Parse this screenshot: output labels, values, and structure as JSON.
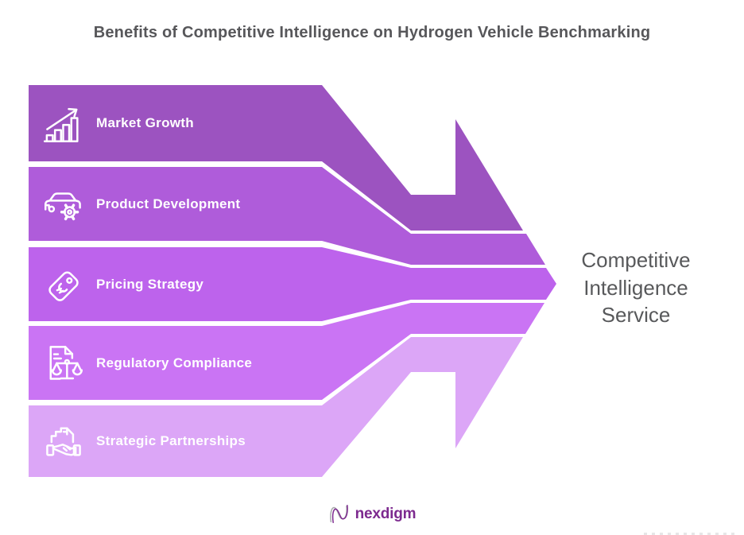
{
  "title": "Benefits of Competitive Intelligence on Hydrogen Vehicle Benchmarking",
  "diagram": {
    "benefits": [
      {
        "label": "Market Growth",
        "icon": "bar-chart-growth-icon",
        "color": "#9c53c0"
      },
      {
        "label": "Product Development",
        "icon": "car-gear-icon",
        "color": "#af5cda"
      },
      {
        "label": "Pricing Strategy",
        "icon": "price-tag-icon",
        "color": "#bd63ec"
      },
      {
        "label": "Regulatory Compliance",
        "icon": "document-scales-icon",
        "color": "#ca74f4"
      },
      {
        "label": "Strategic Partnerships",
        "icon": "handshake-building-icon",
        "color": "#dca6f7"
      }
    ],
    "result_label": "Competitive Intelligence Service"
  },
  "footer": {
    "brand": "nexdigm",
    "brand_color": "#7d2a8f"
  },
  "colors": {
    "title_text": "#57575a",
    "result_text": "#58595b",
    "background": "#ffffff"
  }
}
